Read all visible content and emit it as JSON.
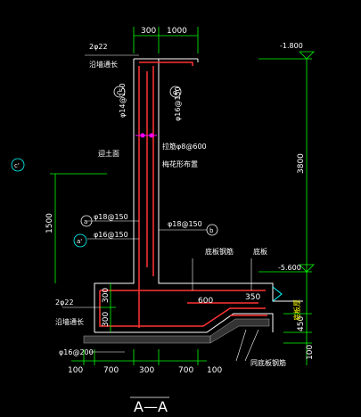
{
  "drawing": {
    "title": "A—A",
    "top_dims": [
      "300",
      "1000"
    ],
    "bottom_dims": [
      "100",
      "700",
      "300",
      "700",
      "100"
    ],
    "right_dims": [
      "3800",
      "450",
      "100"
    ],
    "left_dims": [
      "1500",
      "300",
      "300"
    ],
    "inner_dims": [
      "600",
      "350"
    ],
    "elevations": [
      "-1.800",
      "-5.600"
    ],
    "notes": {
      "top_bar": "2φ22",
      "top_bar_note": "沿墙通长",
      "bottom_bar": "2φ22",
      "bottom_bar_note": "沿墙通长",
      "bottom_spacing": "φ16@200",
      "vert_a": "φ14@150",
      "vert_b": "φ16@150",
      "tie": "拉筋φ8@600",
      "tie_note": "梅花形布置",
      "wall_face": "迎土面",
      "left_mid1": "φ18@150",
      "left_mid2": "φ16@150",
      "right_mid": "φ18@150",
      "base_steel": "底板钢筋",
      "base": "底板",
      "base_anchor": "同底板钢筋",
      "slab_label": "底板厚"
    },
    "markers": [
      "c",
      "d",
      "a",
      "b",
      "a'",
      "c'"
    ],
    "colors": {
      "background": "#000000",
      "concrete_line": "#ffffff",
      "rebar": "#ff3333",
      "dimension": "#00ff00",
      "accent": "#00ffff",
      "highlight": "#ff00ff"
    }
  }
}
